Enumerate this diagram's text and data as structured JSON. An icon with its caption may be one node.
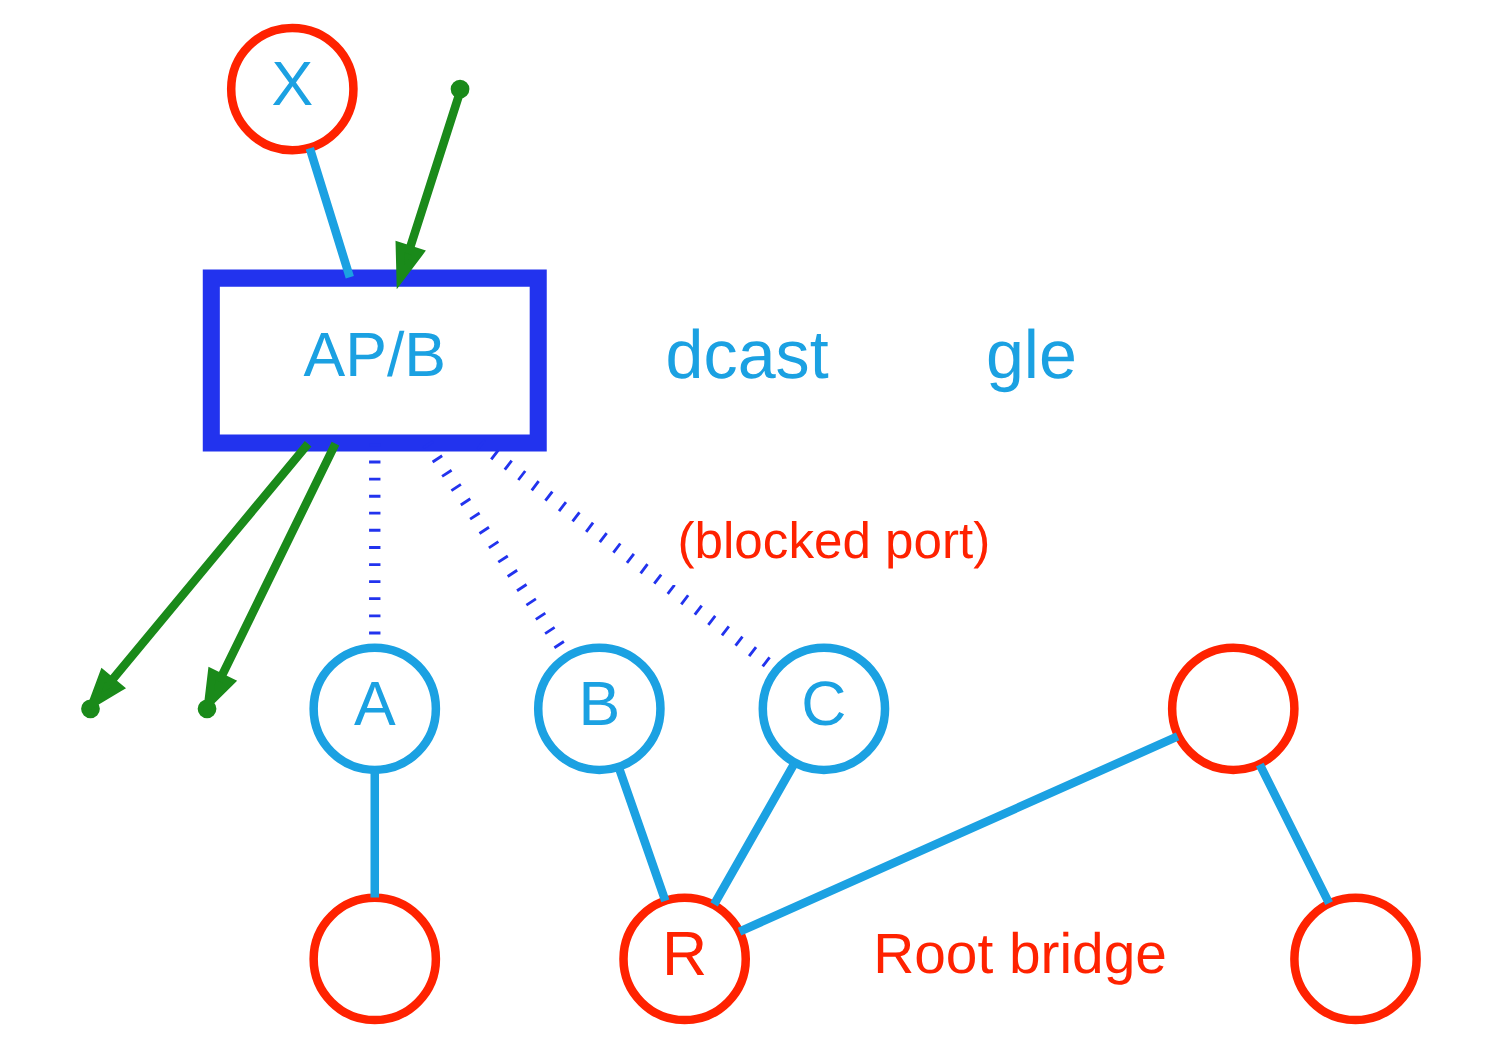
{
  "diagram": {
    "nodes": [
      {
        "text": [
          "X"
        ]
      },
      {
        "text": [
          "AP/B"
        ]
      },
      {
        "text": [
          "A"
        ]
      },
      {
        "text": [
          "B"
        ]
      },
      {
        "text": [
          "C"
        ]
      },
      {
        "text": [],
        "shape": "circle"
      },
      {
        "text": [],
        "shape": "circle"
      },
      {
        "text": [],
        "shape": "circle"
      },
      {
        "text": [
          "R"
        ],
        "beside": [
          "Root bridge"
        ]
      }
    ],
    "edges": [
      {
        "from": 0,
        "to": 1,
        "arrow": "none"
      },
      {
        "from": 1,
        "to": 2,
        "arrow": "none",
        "style": "dashed",
        "color": "#2233ee"
      },
      {
        "from": 1,
        "to": 3,
        "arrow": "none",
        "style": "dashed",
        "color": "#2233ee"
      },
      {
        "from": 1,
        "to": 4,
        "arrow": "none",
        "style": "dashed",
        "color": "#2233ee",
        "label": "(blocked port)"
      },
      {
        "from": 1,
        "to": null,
        "arrow": "to",
        "color": "#1a8a1a"
      },
      {
        "from": 1,
        "to": null,
        "arrow": "to",
        "color": "#1a8a1a"
      },
      {
        "from": 2,
        "to": 5,
        "arrow": "none"
      },
      {
        "from": 3,
        "to": 8,
        "arrow": "none"
      },
      {
        "from": 4,
        "to": 8,
        "arrow": "none"
      },
      {
        "from": 6,
        "to": 8,
        "arrow": "none"
      },
      {
        "from": 6,
        "to": 7,
        "arrow": "none"
      },
      {
        "from": null,
        "to": 1,
        "arrow": "to",
        "color": "#1a8a1a"
      }
    ],
    "labels": [
      "dcast",
      "gle"
    ]
  }
}
